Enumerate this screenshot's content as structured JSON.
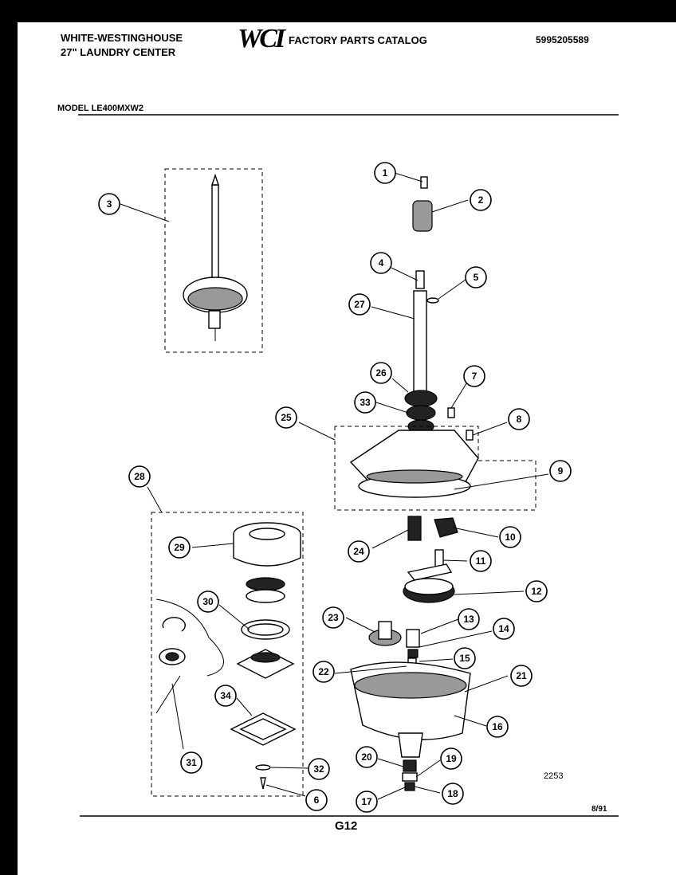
{
  "header": {
    "brand_line1": "WHITE-WESTINGHOUSE",
    "brand_line2": "27\" LAUNDRY CENTER",
    "logo": "WCI",
    "catalog_title": "FACTORY PARTS CATALOG",
    "part_number": "5995205589",
    "model": "MODEL LE400MXW2"
  },
  "diagram": {
    "id": "2253",
    "callouts": [
      "1",
      "2",
      "3",
      "4",
      "5",
      "27",
      "26",
      "7",
      "33",
      "25",
      "8",
      "9",
      "28",
      "10",
      "24",
      "11",
      "29",
      "12",
      "30",
      "23",
      "13",
      "14",
      "15",
      "22",
      "21",
      "16",
      "34",
      "20",
      "19",
      "31",
      "32",
      "17",
      "18",
      "6"
    ]
  },
  "footer": {
    "date": "8/91",
    "page_code": "G12"
  }
}
